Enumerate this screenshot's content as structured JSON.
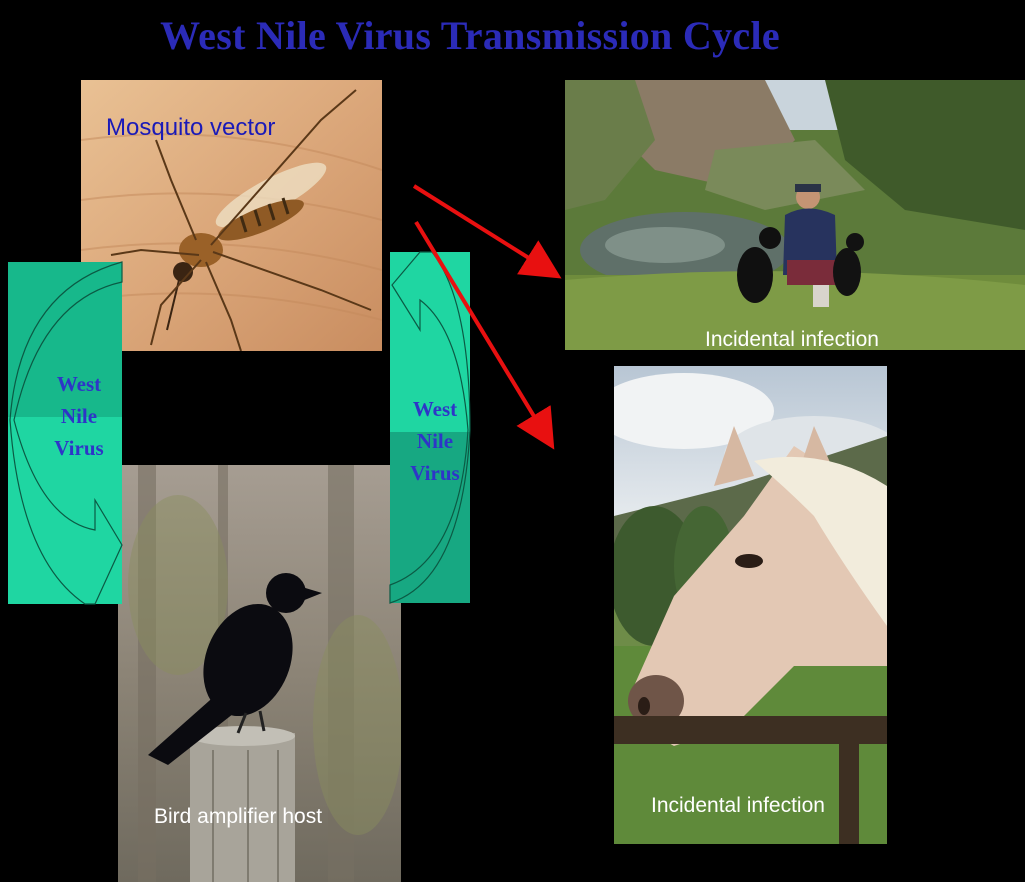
{
  "title": "West Nile Virus Transmission Cycle",
  "photos": {
    "mosquito": {
      "caption": "Mosquito vector"
    },
    "bird": {
      "caption": "Bird amplifier host"
    },
    "person_dogs": {
      "caption": "Incidental infection"
    },
    "horse": {
      "caption": "Incidental  infection"
    }
  },
  "cycle_left": {
    "line1": "West",
    "line2": "Nile",
    "line3": "Virus"
  },
  "cycle_right": {
    "line1": "West",
    "line2": "Nile",
    "line3": "Virus"
  },
  "colors": {
    "background": "#000000",
    "title": "#2b2bb8",
    "cycle_arrow_fill": "#1fd6a2",
    "cycle_arrow_dark": "#16a67e",
    "cycle_label": "#2e35c8",
    "transmission_arrow": "#e81010",
    "caption_light": "#ffffff",
    "caption_dark": "#1a1ab8"
  }
}
